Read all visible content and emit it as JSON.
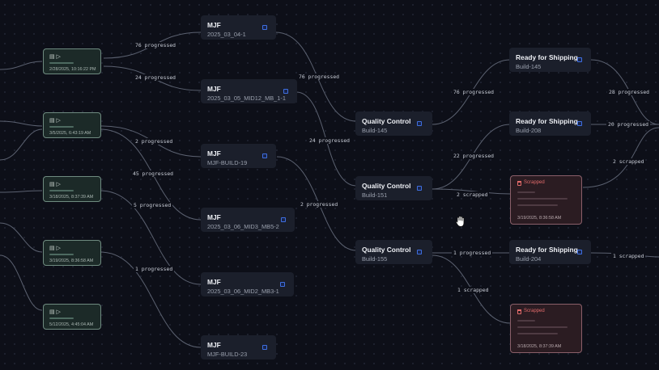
{
  "colors": {
    "background": "#0d0f18",
    "node_bg": "#1b1f2b",
    "event_border": "#6f8b80",
    "scrap_border": "#8a5f69",
    "scrap_text": "#e26a6a",
    "link_icon": "#3f6fe0",
    "edge": "#5b6170"
  },
  "event_icons": {
    "calendar": "calendar-icon",
    "play": "play-icon"
  },
  "events": [
    {
      "timestamp": "2/28/2025, 10:16:22 PM"
    },
    {
      "timestamp": "3/5/2025, 6:43:19 AM"
    },
    {
      "timestamp": "3/18/2025, 8:37:39 AM"
    },
    {
      "timestamp": "3/19/2025, 8:36:58 AM"
    },
    {
      "timestamp": "5/12/2025, 4:45:04 AM"
    }
  ],
  "builds": [
    {
      "title": "MJF",
      "sub": "2025_03_04-1"
    },
    {
      "title": "MJF",
      "sub": "2025_03_05_MID12_MB_1-1"
    },
    {
      "title": "MJF",
      "sub": "MJF-BUILD-19"
    },
    {
      "title": "MJF",
      "sub": "2025_03_06_MID3_MB5-2"
    },
    {
      "title": "MJF",
      "sub": "2025_03_06_MID2_MB3-1"
    },
    {
      "title": "MJF",
      "sub": "MJF-BUILD-23"
    }
  ],
  "qc": [
    {
      "title": "Quality Control",
      "sub": "Build-145"
    },
    {
      "title": "Quality Control",
      "sub": "Build-151"
    },
    {
      "title": "Quality Control",
      "sub": "Build-155"
    }
  ],
  "shipping": [
    {
      "title": "Ready for Shipping",
      "sub": "Build-145"
    },
    {
      "title": "Ready for Shipping",
      "sub": "Build-208"
    },
    {
      "title": "Ready for Shipping",
      "sub": "Build-204"
    }
  ],
  "scrapped": [
    {
      "label": "Scrapped",
      "timestamp": "3/19/2025, 8:36:58 AM"
    },
    {
      "label": "Scrapped",
      "timestamp": "3/18/2025, 8:37:39 AM"
    }
  ],
  "edge_labels": [
    "76 progressed",
    "24 progressed",
    "76 progressed",
    "2 progressed",
    "45 progressed",
    "24 progressed",
    "5 progressed",
    "2 progressed",
    "1 progressed",
    "76 progressed",
    "22 progressed",
    "2 scrapped",
    "1 progressed",
    "1 scrapped",
    "28 progressed",
    "20 progressed",
    "2 scrapped",
    "1 scrapped"
  ]
}
